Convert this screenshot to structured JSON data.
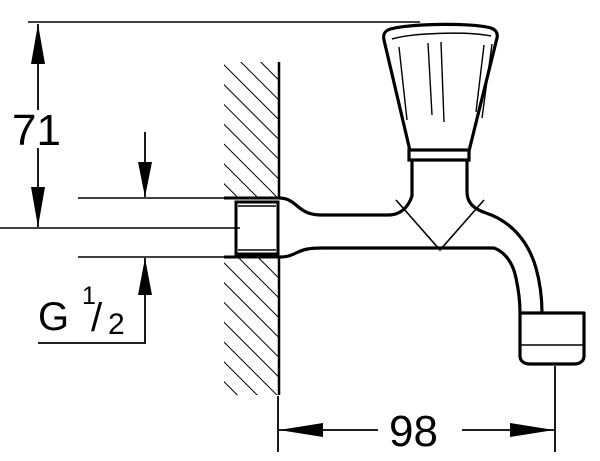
{
  "drawing": {
    "type": "technical-dimension-drawing",
    "subject": "wall-mounted-tap-side-view",
    "background_color": "#ffffff",
    "line_color": "#000000",
    "units": "mm",
    "dimensions": {
      "height": {
        "label": "71",
        "orientation": "vertical",
        "position": "left",
        "measures": "handle-top-to-inlet-centerline"
      },
      "projection": {
        "label": "98",
        "orientation": "horizontal",
        "position": "bottom",
        "measures": "wall-face-to-spout-outlet-center"
      }
    },
    "annotations": {
      "thread": {
        "prefix": "G",
        "numerator": "1",
        "fraction_slash": "/",
        "denominator": "2",
        "full_label": "G 1/2",
        "description": "inlet-thread-size-callout"
      }
    },
    "parts": [
      {
        "name": "wall-section",
        "style": "hatched"
      },
      {
        "name": "inlet-thread"
      },
      {
        "name": "tap-body"
      },
      {
        "name": "handle"
      },
      {
        "name": "spout"
      },
      {
        "name": "aerator-outlet"
      }
    ]
  }
}
